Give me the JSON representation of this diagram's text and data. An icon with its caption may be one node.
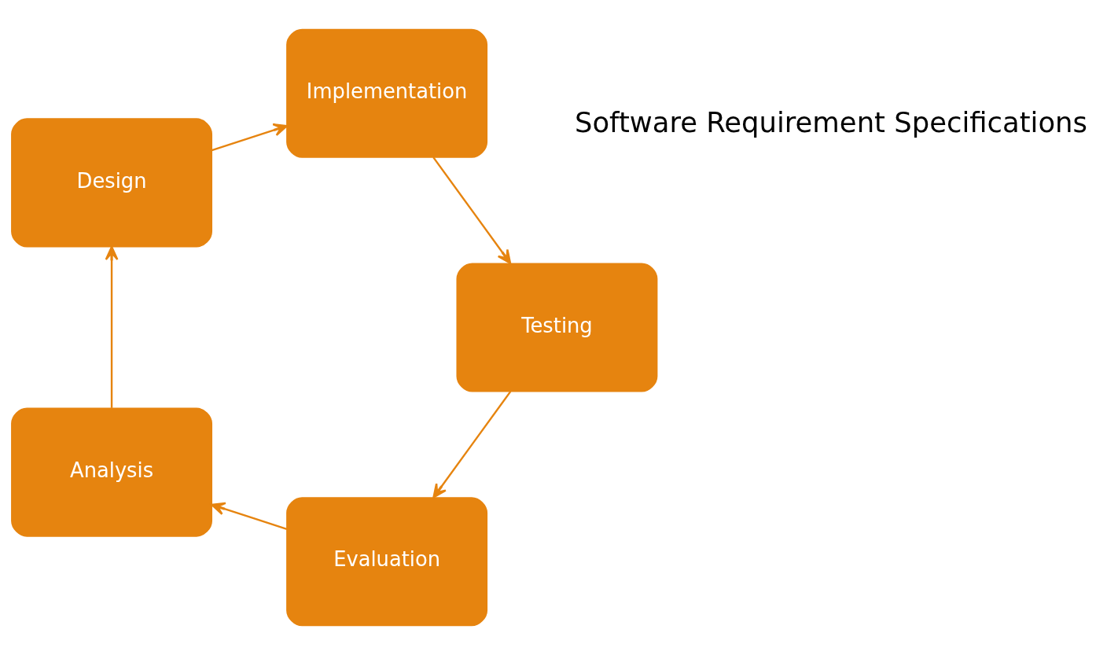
{
  "diagram": {
    "nodes": [
      {
        "text": [
          "Evaluation"
        ]
      },
      {
        "text": [
          "Analysis"
        ]
      },
      {
        "text": [
          "Design"
        ]
      },
      {
        "text": [
          "Implementation"
        ]
      },
      {
        "text": [
          "Testing"
        ]
      }
    ],
    "edges": [
      {
        "from": 0,
        "to": 1,
        "arrow": "to"
      },
      {
        "from": 1,
        "to": 2,
        "arrow": "to"
      },
      {
        "from": 2,
        "to": 3,
        "arrow": "to"
      },
      {
        "from": 3,
        "to": 4,
        "arrow": "to"
      },
      {
        "from": 4,
        "to": 0,
        "arrow": "to"
      }
    ],
    "labels": [
      "Software Requirement Specifications"
    ]
  }
}
